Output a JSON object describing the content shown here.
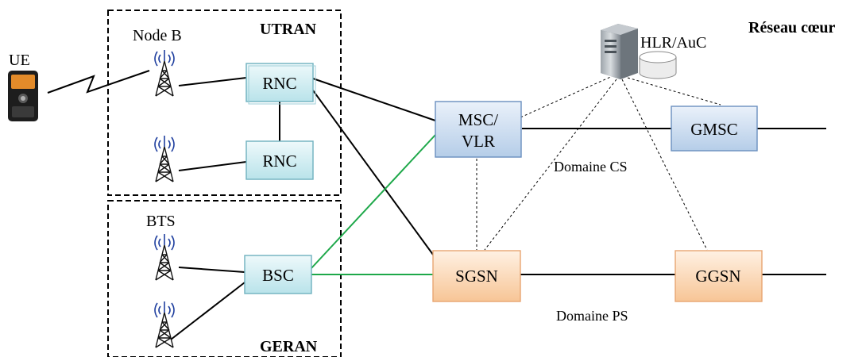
{
  "regions": {
    "utran": "UTRAN",
    "geran": "GERAN",
    "core": "Réseau cœur"
  },
  "labels": {
    "ue": "UE",
    "node_b": "Node B",
    "bts": "BTS",
    "hlr": "HLR/AuC",
    "domain_cs": "Domaine CS",
    "domain_ps": "Domaine PS"
  },
  "nodes": {
    "rnc1": "RNC",
    "rnc2": "RNC",
    "bsc": "BSC",
    "msc_line1": "MSC/",
    "msc_line2": "VLR",
    "gmsc": "GMSC",
    "sgsn": "SGSN",
    "ggsn": "GGSN"
  },
  "colors": {
    "cs_node_fill": "#cfdff1",
    "cs_node_stroke": "#6a8fbf",
    "ran_node_fill": "#d4eef2",
    "ran_node_stroke": "#6fb1bf",
    "ps_node_fill": "#fbd9b8",
    "ps_node_stroke": "#e8a672",
    "green_link": "#1ea84a"
  },
  "icons": {
    "phone": "mobile-phone-icon",
    "tower": "antenna-tower-icon",
    "server": "server-icon",
    "database": "database-icon"
  }
}
